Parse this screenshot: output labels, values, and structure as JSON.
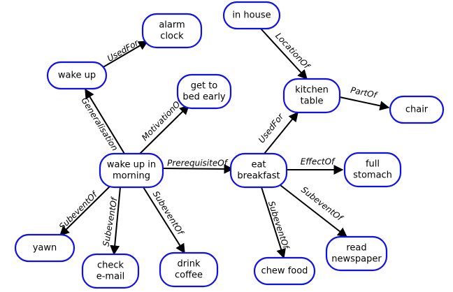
{
  "nodes": [
    {
      "id": "alarm_clock",
      "lines": [
        "alarm",
        "clock"
      ]
    },
    {
      "id": "wake_up",
      "lines": [
        "wake up"
      ]
    },
    {
      "id": "get_to_bed_early",
      "lines": [
        "get to",
        "bed early"
      ]
    },
    {
      "id": "wake_up_in_morning",
      "lines": [
        "wake up in",
        "morning"
      ]
    },
    {
      "id": "yawn",
      "lines": [
        "yawn"
      ]
    },
    {
      "id": "check_email",
      "lines": [
        "check",
        "e-mail"
      ]
    },
    {
      "id": "drink_coffee",
      "lines": [
        "drink",
        "coffee"
      ]
    },
    {
      "id": "in_house",
      "lines": [
        "in house"
      ]
    },
    {
      "id": "kitchen_table",
      "lines": [
        "kitchen",
        "table"
      ]
    },
    {
      "id": "chair",
      "lines": [
        "chair"
      ]
    },
    {
      "id": "eat_breakfast",
      "lines": [
        "eat",
        "breakfast"
      ]
    },
    {
      "id": "full_stomach",
      "lines": [
        "full",
        "stomach"
      ]
    },
    {
      "id": "chew_food",
      "lines": [
        "chew food"
      ]
    },
    {
      "id": "read_newspaper",
      "lines": [
        "read",
        "newspaper"
      ]
    }
  ],
  "edges": [
    {
      "from": "wake_up",
      "to": "alarm_clock",
      "label": "UsedFor"
    },
    {
      "from": "wake_up_in_morning",
      "to": "wake_up",
      "label": "Generalisation"
    },
    {
      "from": "wake_up_in_morning",
      "to": "get_to_bed_early",
      "label": "MotivationOf"
    },
    {
      "from": "wake_up_in_morning",
      "to": "eat_breakfast",
      "label": "PrerequisiteOf"
    },
    {
      "from": "wake_up_in_morning",
      "to": "yawn",
      "label": "SubeventOf"
    },
    {
      "from": "wake_up_in_morning",
      "to": "check_email",
      "label": "SubeventOf"
    },
    {
      "from": "wake_up_in_morning",
      "to": "drink_coffee",
      "label": "SubeventOf"
    },
    {
      "from": "in_house",
      "to": "kitchen_table",
      "label": "LocationOf"
    },
    {
      "from": "kitchen_table",
      "to": "chair",
      "label": "PartOf"
    },
    {
      "from": "eat_breakfast",
      "to": "kitchen_table",
      "label": "UsedFor"
    },
    {
      "from": "eat_breakfast",
      "to": "full_stomach",
      "label": "EffectOf"
    },
    {
      "from": "eat_breakfast",
      "to": "chew_food",
      "label": "SubeventOf"
    },
    {
      "from": "eat_breakfast",
      "to": "read_newspaper",
      "label": "SubeventOf"
    }
  ]
}
